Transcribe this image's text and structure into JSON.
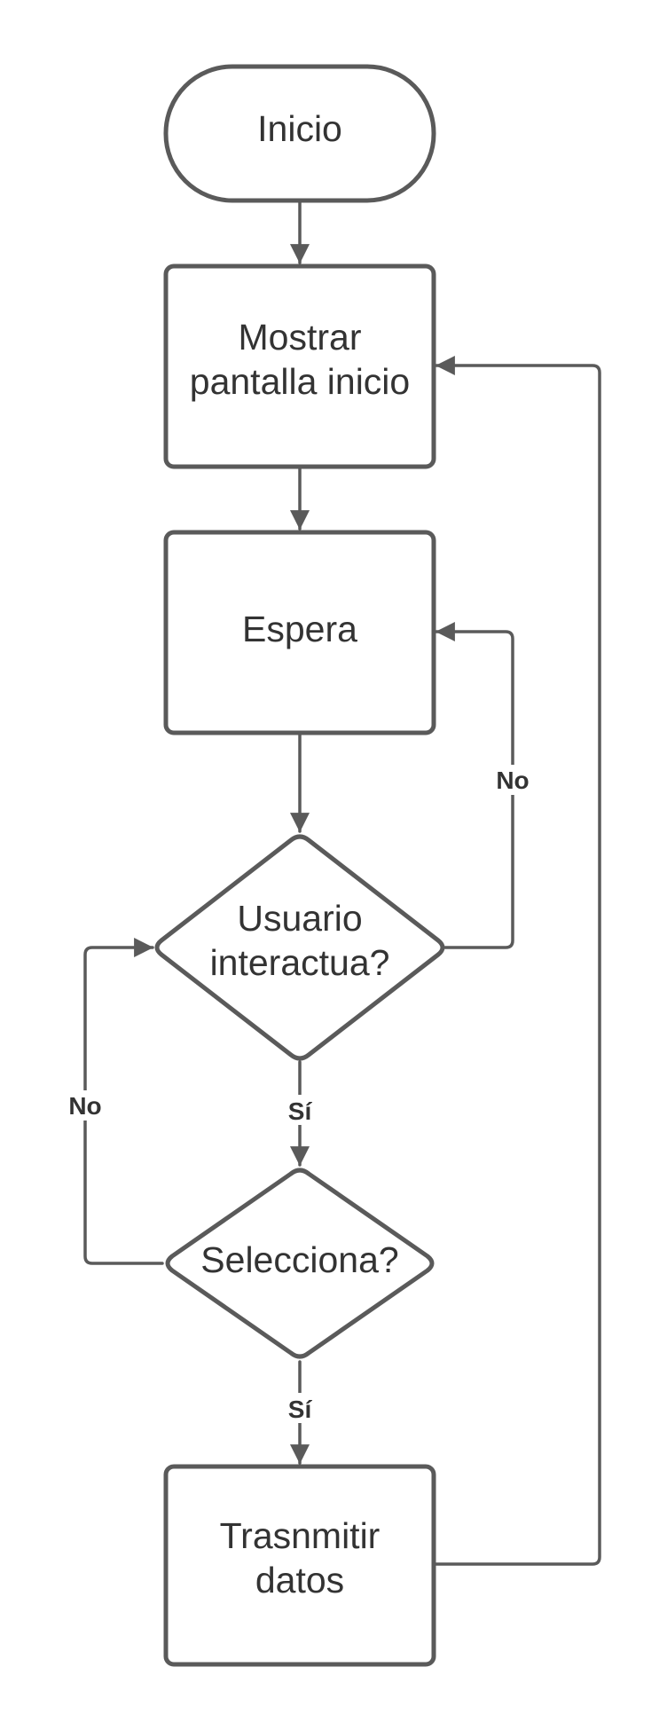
{
  "diagram": {
    "nodes": {
      "inicio": {
        "shape": "terminator",
        "lines": [
          "Inicio"
        ]
      },
      "mostrar": {
        "shape": "process",
        "lines": [
          "Mostrar",
          "pantalla inicio"
        ]
      },
      "espera": {
        "shape": "process",
        "lines": [
          "Espera"
        ]
      },
      "usuario": {
        "shape": "decision",
        "lines": [
          "Usuario",
          "interactua?"
        ]
      },
      "selecciona": {
        "shape": "decision",
        "lines": [
          "Selecciona?"
        ]
      },
      "transmitir": {
        "shape": "process",
        "lines": [
          "Trasnmitir",
          "datos"
        ]
      }
    },
    "edges": {
      "inicio_mostrar": {
        "from": "inicio",
        "to": "mostrar",
        "label": ""
      },
      "mostrar_espera": {
        "from": "mostrar",
        "to": "espera",
        "label": ""
      },
      "espera_usuario": {
        "from": "espera",
        "to": "usuario",
        "label": ""
      },
      "usuario_no": {
        "from": "usuario",
        "to": "espera",
        "label": "No"
      },
      "usuario_si": {
        "from": "usuario",
        "to": "selecciona",
        "label": "Sí"
      },
      "selecciona_no": {
        "from": "selecciona",
        "to": "usuario",
        "label": "No"
      },
      "selecciona_si": {
        "from": "selecciona",
        "to": "transmitir",
        "label": "Sí"
      },
      "transmitir_mostrar": {
        "from": "transmitir",
        "to": "mostrar",
        "label": ""
      }
    }
  },
  "colors": {
    "stroke": "#5a5a5a",
    "text": "#333333",
    "background": "#ffffff"
  }
}
